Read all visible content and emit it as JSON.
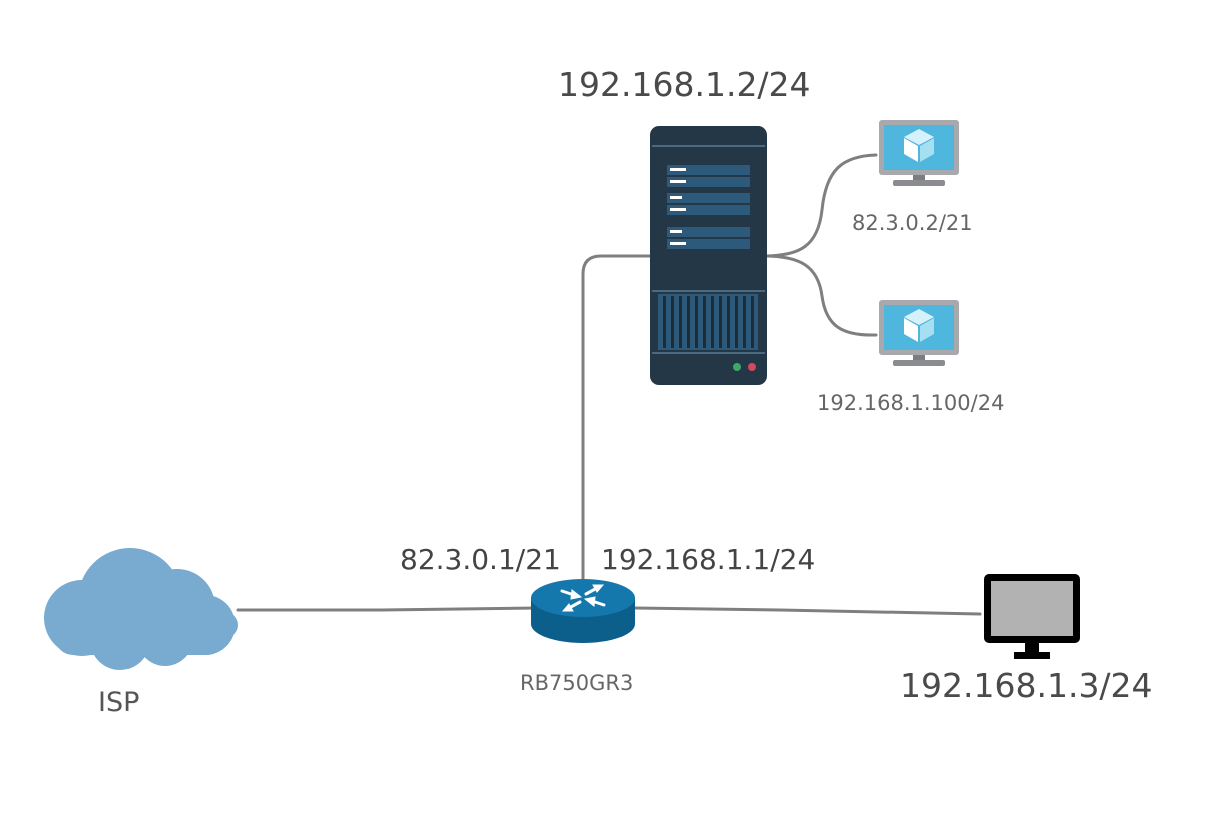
{
  "labels": {
    "server_ip": "192.168.1.2/24",
    "vm1_ip": "82.3.0.2/21",
    "vm2_ip": "192.168.1.100/24",
    "router_wan_ip": "82.3.0.1/21",
    "router_lan_ip": "192.168.1.1/24",
    "router_name": "RB750GR3",
    "isp": "ISP",
    "pc_ip": "192.168.1.3/24"
  },
  "colors": {
    "cable": "#7f7f7f",
    "server_body": "#233746",
    "server_slot": "#2d5a7b",
    "cloud": "#78abcf",
    "router": "#0d6a9c",
    "vm_monitor": "#a7a9ac",
    "vm_screen": "#4fb6dd",
    "pc_frame": "#000000",
    "pc_screen": "#b2b2b2",
    "led_green": "#3aaa6a",
    "led_red": "#d8475f"
  },
  "icons": [
    "server-icon",
    "vm-monitor-icon",
    "cloud-icon",
    "router-icon",
    "pc-monitor-icon"
  ]
}
